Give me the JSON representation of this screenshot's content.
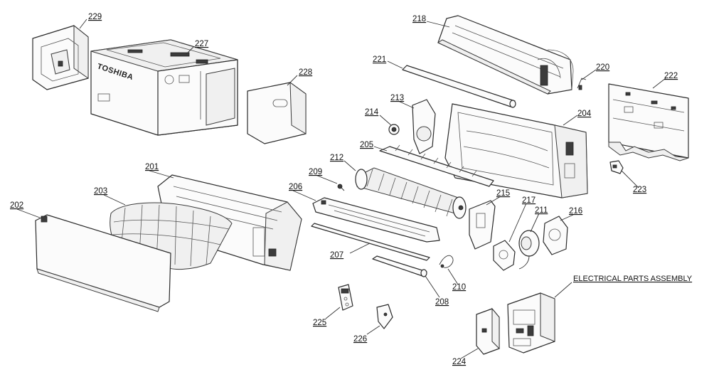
{
  "diagram": {
    "brand_text": "TOSHIBA",
    "assembly_label": "ELECTRICAL PARTS ASSEMBLY",
    "parts": [
      {
        "id": "p229",
        "label": "229"
      },
      {
        "id": "p227",
        "label": "227"
      },
      {
        "id": "p228",
        "label": "228"
      },
      {
        "id": "p218",
        "label": "218"
      },
      {
        "id": "p221",
        "label": "221"
      },
      {
        "id": "p220",
        "label": "220"
      },
      {
        "id": "p222",
        "label": "222"
      },
      {
        "id": "p213",
        "label": "213"
      },
      {
        "id": "p214",
        "label": "214"
      },
      {
        "id": "p204",
        "label": "204"
      },
      {
        "id": "p205",
        "label": "205"
      },
      {
        "id": "p212",
        "label": "212"
      },
      {
        "id": "p209",
        "label": "209"
      },
      {
        "id": "p201",
        "label": "201"
      },
      {
        "id": "p203",
        "label": "203"
      },
      {
        "id": "p202",
        "label": "202"
      },
      {
        "id": "p206",
        "label": "206"
      },
      {
        "id": "p215",
        "label": "215"
      },
      {
        "id": "p217",
        "label": "217"
      },
      {
        "id": "p211",
        "label": "211"
      },
      {
        "id": "p216",
        "label": "216"
      },
      {
        "id": "p223",
        "label": "223"
      },
      {
        "id": "p207",
        "label": "207"
      },
      {
        "id": "p210",
        "label": "210"
      },
      {
        "id": "p208",
        "label": "208"
      },
      {
        "id": "p225",
        "label": "225"
      },
      {
        "id": "p226",
        "label": "226"
      },
      {
        "id": "p224",
        "label": "224"
      }
    ]
  }
}
